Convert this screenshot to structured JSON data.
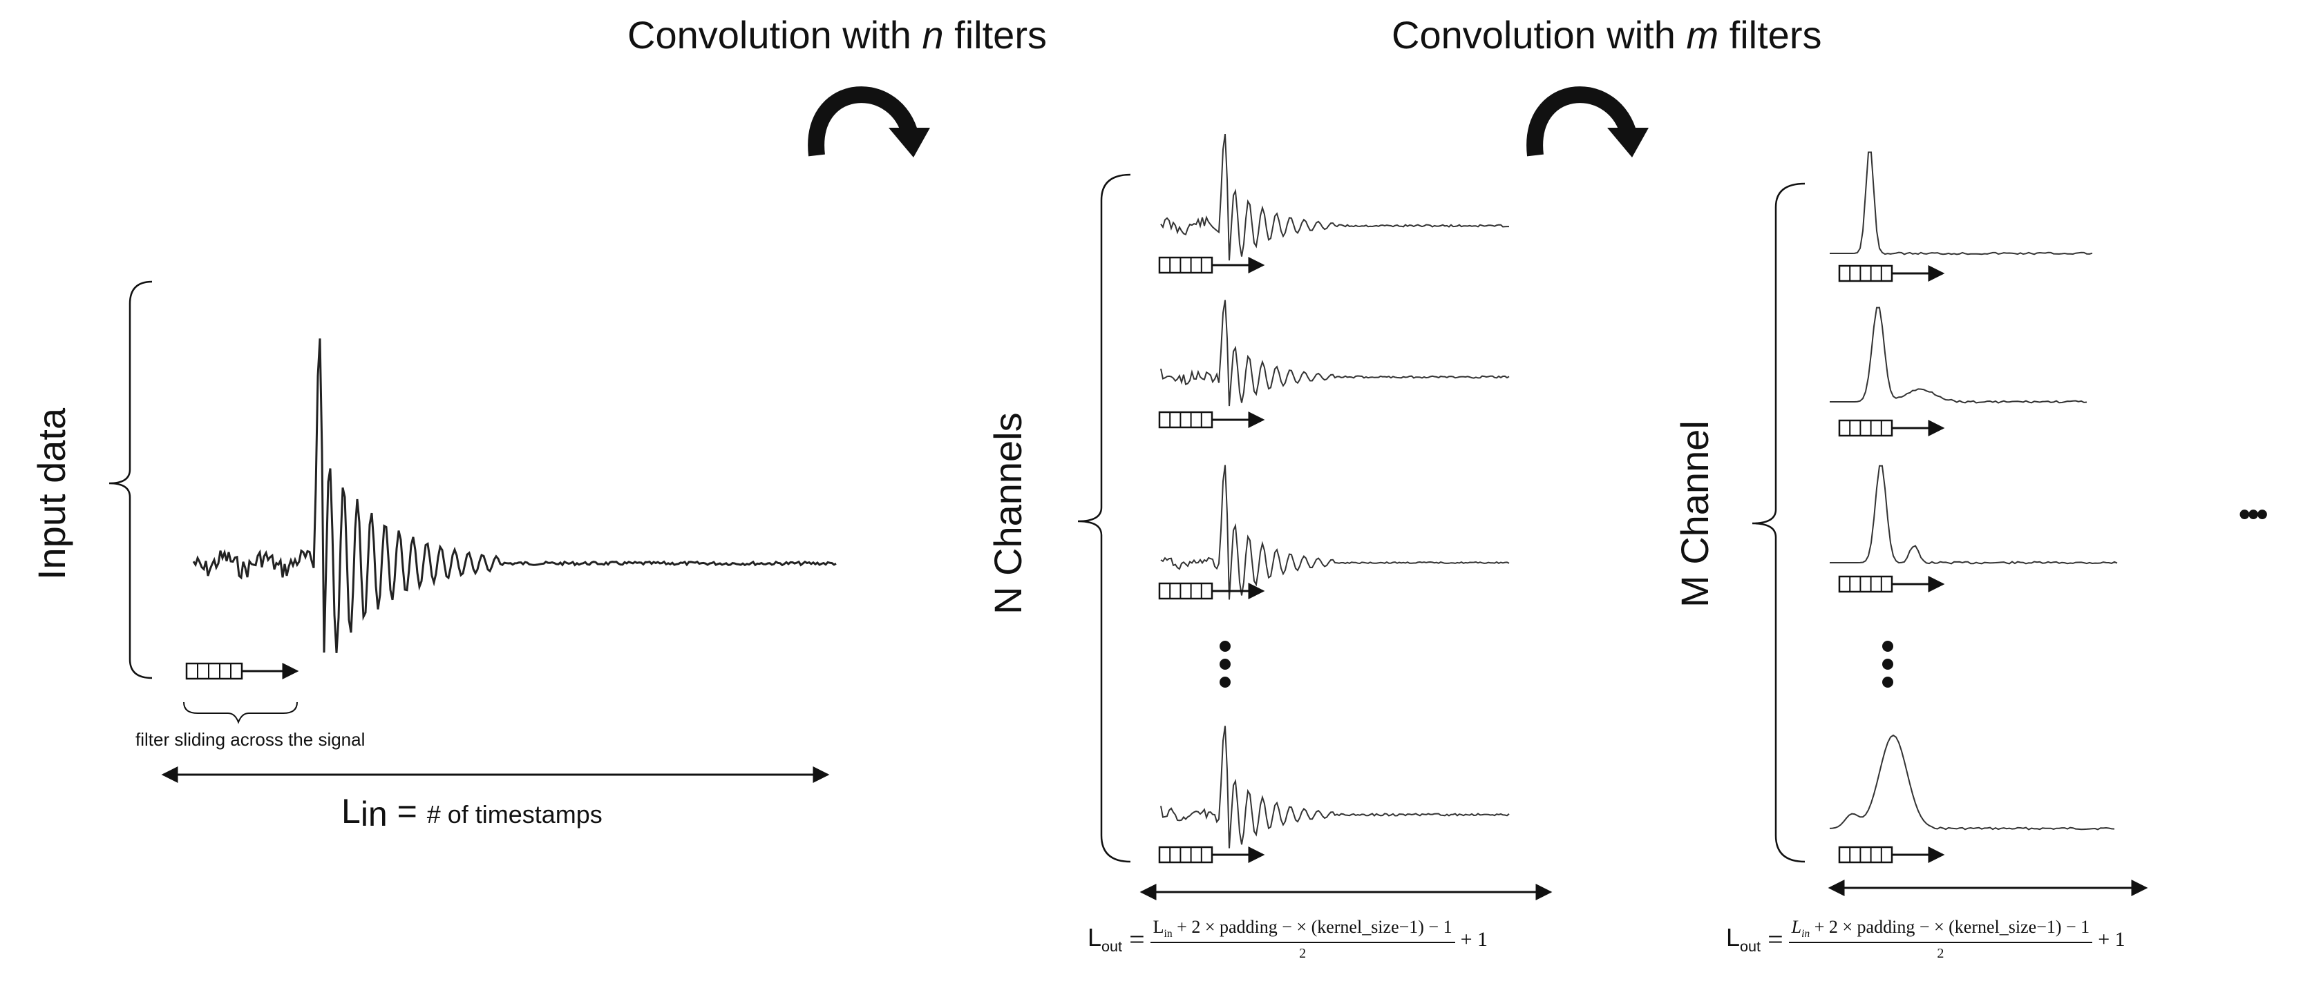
{
  "titles": {
    "conv1_prefix": "Convolution with ",
    "conv1_var": "n",
    "conv1_suffix": " filters",
    "conv2_prefix": "Convolution with ",
    "conv2_var": "m",
    "conv2_suffix": " filters"
  },
  "labels": {
    "input_data": "Input data",
    "n_channels": "N Channels",
    "m_channel": "M Channel",
    "filter_caption": "filter sliding across the signal",
    "lin_main": "L",
    "lin_sub": "in",
    "lin_eq": " = ",
    "lin_rest": "# of timestamps",
    "ellipsis": "•••"
  },
  "formula1": {
    "lhs_main": "L",
    "lhs_sub": "out",
    "eq": "=",
    "num_main": "L",
    "num_sub": "in",
    "num_rest": " + 2 × padding − × (kernel_size−1) − 1",
    "den": "2",
    "tail": "+ 1"
  },
  "formula2": {
    "lhs_main": "L",
    "lhs_sub": "out",
    "eq": "=",
    "num_main": "L",
    "num_sub": "in",
    "num_rest": " + 2 × padding − × (kernel_size−1) − 1",
    "den": "2",
    "tail": "+ 1"
  },
  "colors": {
    "ink": "#111111",
    "signal": "#333333",
    "background": "#ffffff"
  }
}
